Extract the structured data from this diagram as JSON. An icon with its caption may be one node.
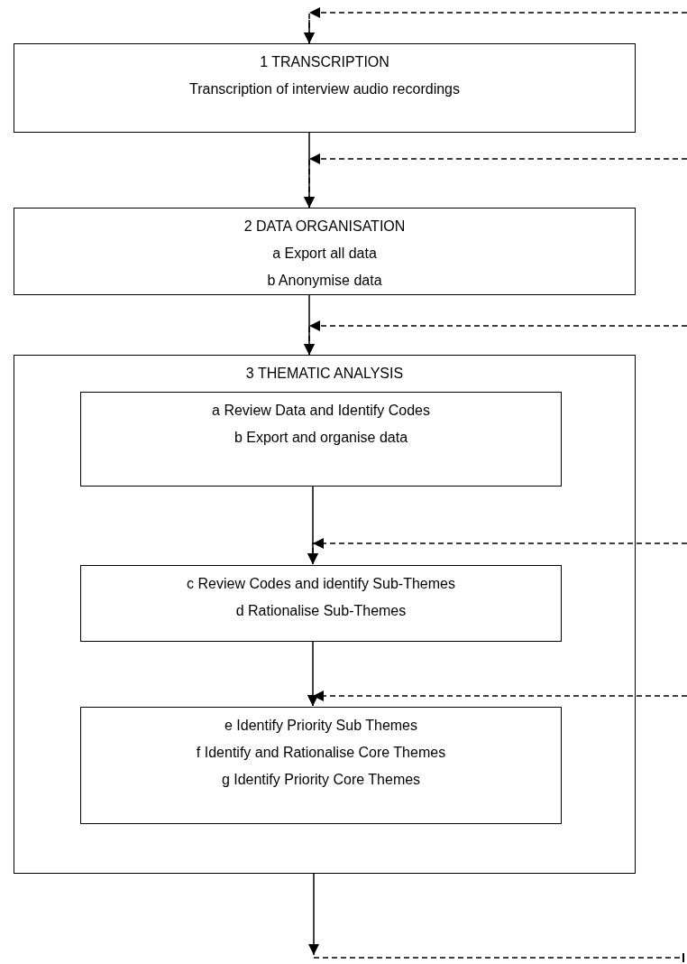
{
  "diagram": {
    "nodes": [
      {
        "text": [
          "1 TRANSCRIPTION",
          "Transcription of interview audio recordings"
        ]
      },
      {
        "text": [
          "2 DATA ORGANISATION",
          "a Export all data",
          "b Anonymise data"
        ]
      },
      {
        "text": [
          "3 THEMATIC ANALYSIS"
        ]
      },
      {
        "text": [
          "a Review Data and Identify Codes",
          "b Export and organise data"
        ],
        "in": 2
      },
      {
        "text": [
          "c Review Codes and identify Sub-Themes",
          "d Rationalise Sub-Themes"
        ],
        "in": 2
      },
      {
        "text": [
          "e Identify Priority Sub Themes",
          "f Identify and Rationalise Core Themes",
          "g Identify Priority Core Themes"
        ],
        "in": 2
      }
    ],
    "edges": [
      {
        "from": null,
        "to": 0,
        "arrow": "to"
      },
      {
        "from": 0,
        "to": 1,
        "arrow": "to"
      },
      {
        "from": 1,
        "to": 2,
        "arrow": "to"
      },
      {
        "from": 3,
        "to": 4,
        "arrow": "to"
      },
      {
        "from": 4,
        "to": 5,
        "arrow": "to"
      },
      {
        "from": 2,
        "to": null,
        "arrow": "to"
      },
      {
        "from": null,
        "to": 0,
        "arrow": "to",
        "style": "dashed"
      },
      {
        "from": null,
        "to": 1,
        "arrow": "to",
        "style": "dashed"
      },
      {
        "from": null,
        "to": 2,
        "arrow": "to",
        "style": "dashed"
      },
      {
        "from": null,
        "to": 4,
        "arrow": "to",
        "style": "dashed"
      },
      {
        "from": null,
        "to": 5,
        "arrow": "to",
        "style": "dashed"
      }
    ]
  }
}
